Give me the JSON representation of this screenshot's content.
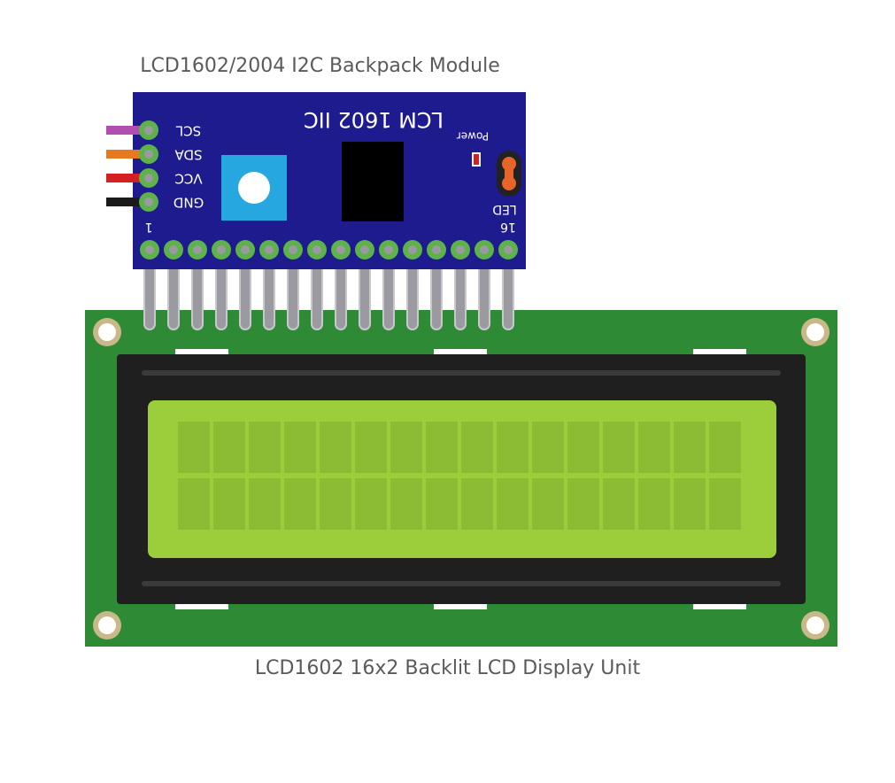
{
  "captions": {
    "backpack_title": "LCD1602/2004 I2C Backpack Module",
    "display_title": "LCD1602 16x2 Backlit LCD Display Unit"
  },
  "backpack": {
    "board_label": "LCM 1602 IIC",
    "power_label": "Power",
    "led_label": "LED",
    "pin_first_label": "1",
    "pin_last_label": "16",
    "pin_count": 16,
    "board_color": "#1e1b8f",
    "pins": [
      {
        "label": "SCL",
        "wire_color": "#b04fb0"
      },
      {
        "label": "SDA",
        "wire_color": "#e57a20"
      },
      {
        "label": "VCC",
        "wire_color": "#d42020"
      },
      {
        "label": "GND",
        "wire_color": "#1a1a1a"
      }
    ]
  },
  "lcd": {
    "columns": 16,
    "rows": 2,
    "pcb_color": "#2f8a36",
    "bezel_color": "#1f1f1f",
    "screen_color": "#9ccd3a",
    "cell_color": "#8cbc34"
  }
}
